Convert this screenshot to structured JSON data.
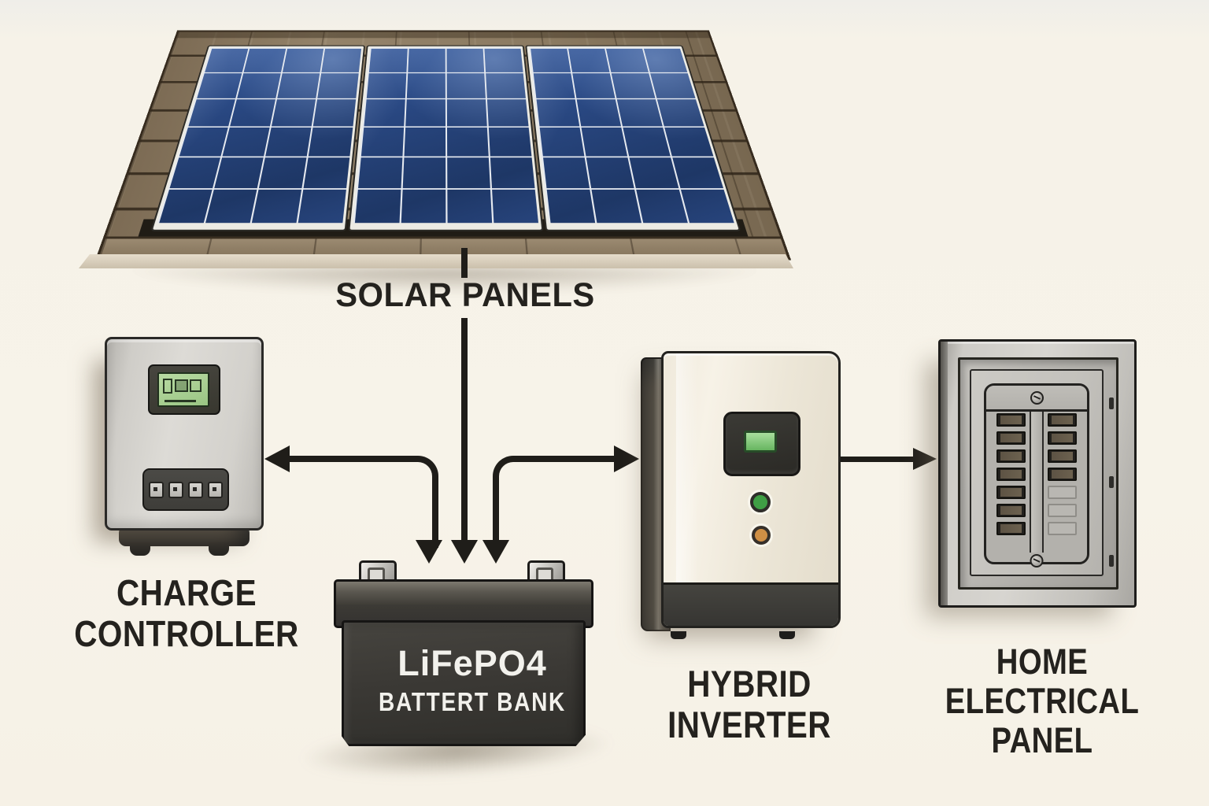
{
  "components": [
    {
      "id": "solar-panels",
      "label": "SOLAR PANELS",
      "panel_count": 3
    },
    {
      "id": "charge-controller",
      "label": "CHARGE\nCONTROLLER"
    },
    {
      "id": "battery-bank",
      "label_line1": "LiFePO4",
      "label_line2": "BATTERT BANK"
    },
    {
      "id": "hybrid-inverter",
      "label": "HYBRID\nINVERTER"
    },
    {
      "id": "home-electrical-panel",
      "label": "HOME\nELECTRICAL\nPANEL"
    }
  ],
  "connections": [
    {
      "from": "solar-panels",
      "to": "charge-controller"
    },
    {
      "from": "solar-panels",
      "to": "battery-bank"
    },
    {
      "from": "solar-panels",
      "to": "hybrid-inverter"
    },
    {
      "from": "hybrid-inverter",
      "to": "home-electrical-panel"
    }
  ],
  "colors": {
    "background": "#f6f2e8",
    "arrow": "#1f1d19",
    "text": "#24221e",
    "panel_blue": "#27457d",
    "roof_brown": "#8b7a61",
    "battery_dark": "#3b3935",
    "lcd_green": "#a8d193",
    "indicator_green": "#3f9f45",
    "indicator_orange": "#cf8f45"
  }
}
